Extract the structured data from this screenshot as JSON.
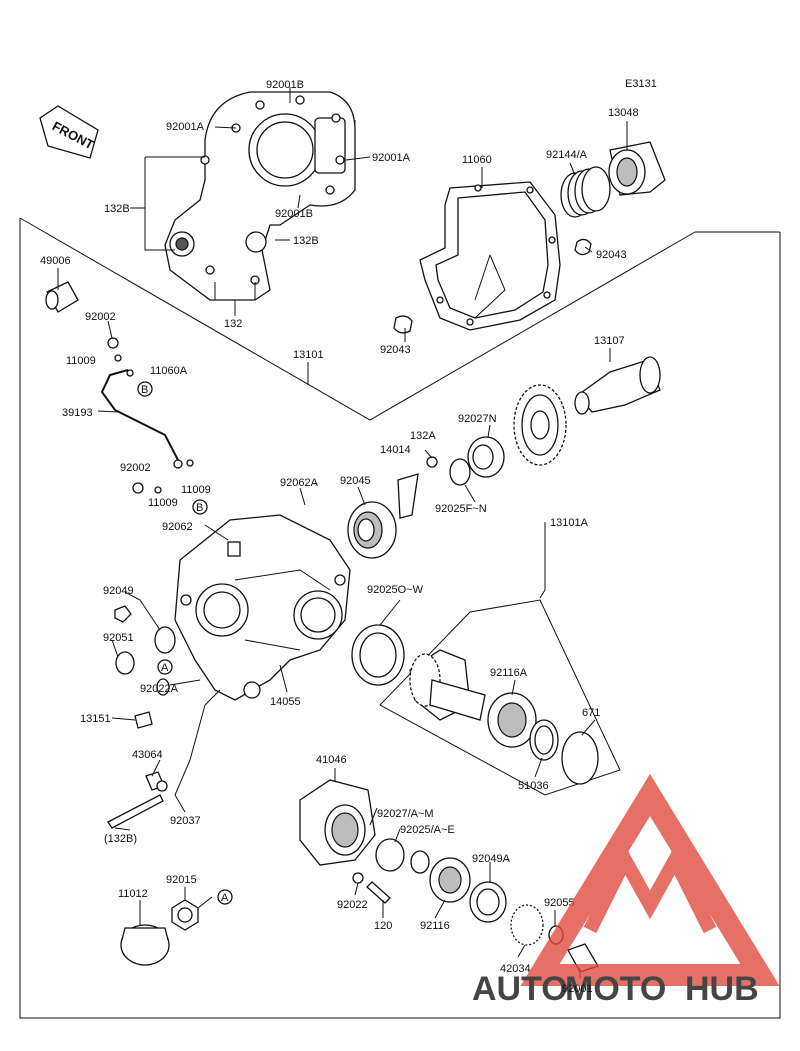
{
  "diagram_code": "E3131",
  "front_label": "FRONT",
  "callout_marks": [
    "A",
    "B"
  ],
  "parts": [
    "92001B",
    "92001A",
    "92001A",
    "132B",
    "132B",
    "132",
    "92001B",
    "11060",
    "92144/A",
    "13048",
    "92043",
    "92043",
    "49006",
    "92002",
    "11009",
    "11060A",
    "13101",
    "39193",
    "92002",
    "11009",
    "11009",
    "92062A",
    "92045",
    "14014",
    "132A",
    "92027N",
    "92025F~N",
    "13107",
    "13101A",
    "92062",
    "92049",
    "92051",
    "92025O~W",
    "92022A",
    "14055",
    "92116A",
    "671",
    "13151",
    "51036",
    "43064",
    "92037",
    "(132B)",
    "41046",
    "92027/A~M",
    "92025/A~E",
    "92049A",
    "92022",
    "120",
    "92116",
    "92055",
    "42034",
    "92001",
    "11012",
    "92015"
  ],
  "watermark": {
    "brand": "AUTOMOTOHUB",
    "brand_a": "AUTO",
    "brand_b": "MOTO",
    "brand_c": "HUB"
  },
  "colors": {
    "line": "#111111",
    "watermark_red": "#e0483c",
    "watermark_yellow": "#f2b705",
    "watermark_dark": "#444444"
  }
}
